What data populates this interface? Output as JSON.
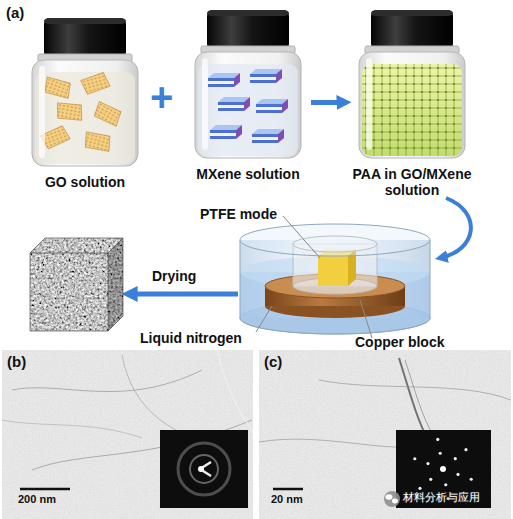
{
  "diagram": {
    "nodes": [
      {
        "text": [
          "GO solution"
        ]
      },
      {
        "text": [
          "MXene solution"
        ]
      },
      {
        "text": [
          "PAA in GO/MXene solution"
        ]
      },
      {
        "text": [
          "(b)",
          "200 nm"
        ]
      },
      {
        "text": [
          "(c)",
          "20 nm"
        ]
      }
    ],
    "edges": [
      {
        "from": 1,
        "to": 2,
        "arrow": "to"
      }
    ],
    "labels": [
      "(a)",
      "+",
      "PTFE mode",
      "Drying",
      "Liquid nitrogen",
      "Copper block",
      "材料分析与应用"
    ]
  }
}
